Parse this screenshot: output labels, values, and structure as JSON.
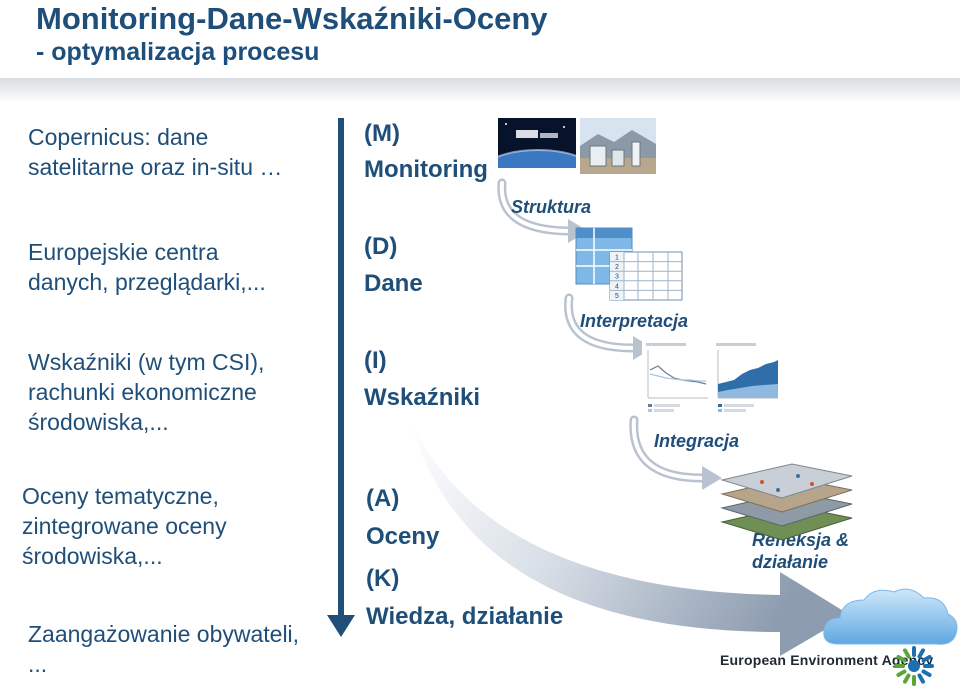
{
  "title": "Monitoring-Dane-Wskaźniki-Oceny",
  "subtitle": "- optymalizacja procesu",
  "left_column": [
    {
      "lines": [
        "Copernicus: dane",
        "satelitarne oraz in-situ …"
      ]
    },
    {
      "lines": [
        "Europejskie centra",
        "danych, przeglądarki,..."
      ]
    },
    {
      "lines": [
        "Wskaźniki (w tym CSI),",
        "rachunki ekonomiczne",
        "środowiska,..."
      ]
    },
    {
      "lines": [
        "Oceny tematyczne,",
        "zintegrowane oceny",
        "środowiska,..."
      ]
    },
    {
      "lines": [
        "Zaangażowanie obywateli,",
        "..."
      ]
    }
  ],
  "middle_column": [
    {
      "code": "(M)",
      "label": "Monitoring"
    },
    {
      "code": "(D)",
      "label": "Dane"
    },
    {
      "code": "(I)",
      "label": "Wskaźniki"
    },
    {
      "code": "(A)",
      "label": "Oceny"
    },
    {
      "code": "(K)",
      "label": "Wiedza, działanie"
    }
  ],
  "flow_steps": [
    "Struktura",
    "Interpretacja",
    "Integracja",
    "Refleksja &",
    "działanie"
  ],
  "table_rows": [
    "1",
    "2",
    "3",
    "4",
    "5"
  ],
  "brand": "European Environment Agency",
  "colors": {
    "text": "#1f4e79",
    "accent": "#1e4e79",
    "arrow": "#9aa8b8"
  }
}
